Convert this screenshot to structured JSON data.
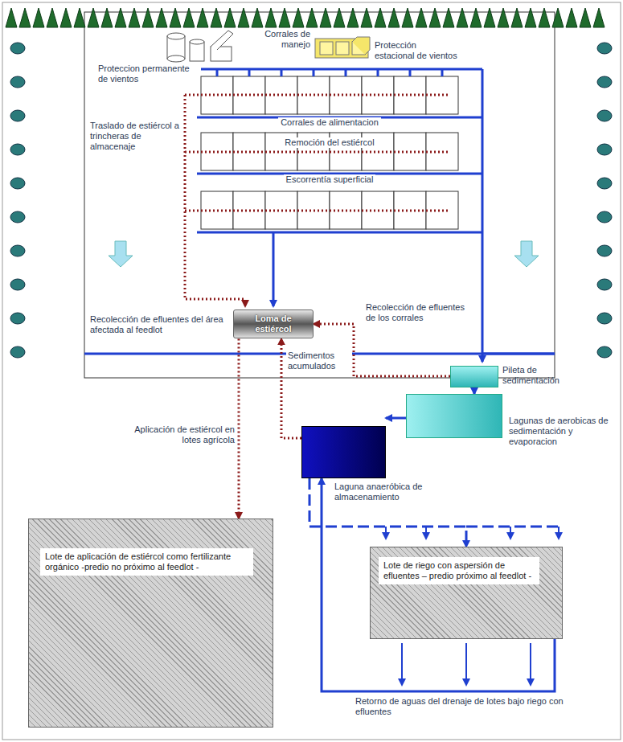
{
  "diagram": {
    "nodes": [
      {
        "text": [
          "Loma de estiércol"
        ]
      },
      {
        "text": [
          "Pileta de sedimentación"
        ]
      },
      {
        "text": [
          "Lagunas de aerobicas de sedimentación y evaporacion"
        ]
      },
      {
        "text": [
          "Laguna anaeróbica de almacenamiento"
        ]
      },
      {
        "text": [
          "Lote de aplicación de estiércol como fertilizante orgánico -predio no próximo al feedlot -"
        ]
      },
      {
        "text": [
          "Lote de riego con aspersión de efluentes – predio próximo al feedlot -"
        ]
      }
    ],
    "edges": [
      {
        "from": 0,
        "to": 4,
        "arrow": "to",
        "label": "Aplicación de estiércol en lotes agrícola"
      },
      {
        "from": 3,
        "to": 0,
        "arrow": "to",
        "label": "Sedimentos acumulados"
      },
      {
        "from": 1,
        "to": 0,
        "arrow": "to"
      },
      {
        "from": 1,
        "to": 2,
        "arrow": "to"
      },
      {
        "from": 2,
        "to": 3,
        "arrow": "to"
      },
      {
        "from": 3,
        "to": 5,
        "arrow": "to"
      },
      {
        "from": 5,
        "to": 3,
        "arrow": "to",
        "label": "Retorno de aguas del drenaje de lotes bajo riego con efluentes"
      }
    ],
    "labels": [
      "Corrales de manejo",
      "Protección estacional de vientos",
      "Proteccion permanente de vientos",
      "Corrales de alimentacion",
      "Traslado de estiércol a trincheras de almacenaje",
      "Remoción del estiércol",
      "Escorrentía superficial",
      "Recolección de efluentes del área afectada al feedlot",
      "Recolección de efluentes de los corrales"
    ]
  }
}
